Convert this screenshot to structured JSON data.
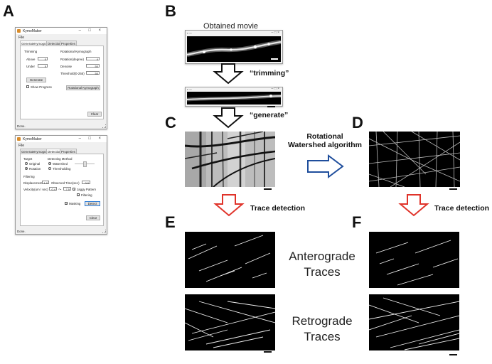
{
  "panels": {
    "A": "A",
    "B": "B",
    "C": "C",
    "D": "D",
    "E": "E",
    "F": "F"
  },
  "window1": {
    "title": "KymoMaker",
    "menu": "File",
    "tabs": [
      "GenerateKymograph",
      "Detection",
      "Properties"
    ],
    "trimming_header": "Trimming",
    "rot_header": "Rotational Kymograph",
    "above_label": "Above",
    "above_value": "0",
    "under_label": "Under",
    "under_value": "5",
    "rotation_label": "Rotation(degree)",
    "rotation_value": "4",
    "denoise_label": "Denoise",
    "denoise_value": "50",
    "threshold_label": "Threshold(0-255)",
    "threshold_value": "50",
    "generate_btn": "Generate",
    "show_progress": "Show Progress",
    "rot_kymo_btn": "Rotational Kymograph",
    "clear_btn": "Clear",
    "status": "Done."
  },
  "window2": {
    "title": "KymoMaker",
    "menu": "File",
    "tabs": [
      "GenerateKymograph",
      "Detection",
      "Properties"
    ],
    "target_header": "Target",
    "original": "Original",
    "rotation": "Rotation",
    "method_header": "Detecting Method",
    "watershed": "Watershed",
    "thresholding": "Thresholding",
    "filtering_header": "Filtering",
    "displacement_label": "Displacement",
    "displacement_value": "1.0",
    "observed_label": "Observed Time(sec)",
    "observed_value": "0.0",
    "velocity_label": "Velocity(um / sec)",
    "velocity_min": "0.4",
    "velocity_sep": "〜",
    "velocity_max": "7.5",
    "jaggy": "Jaggy Pattern",
    "filtering": "Filtering",
    "masking": "Masking",
    "detect_btn": "Detect",
    "clear_btn": "Clear",
    "status": "Done."
  },
  "obtained_movie": "Obtained movie",
  "trimming": "“trimming”",
  "generate": "“generate”",
  "rotational": "Rotational\nWatershed algorithm",
  "trace_detection_left": "Trace detection",
  "trace_detection_right": "Trace detection",
  "anterograde": "Anterograde\nTraces",
  "retrograde": "Retrograde\nTraces",
  "colors": {
    "blue_arrow": "#1f4e9c",
    "red_arrow": "#e0332a"
  }
}
